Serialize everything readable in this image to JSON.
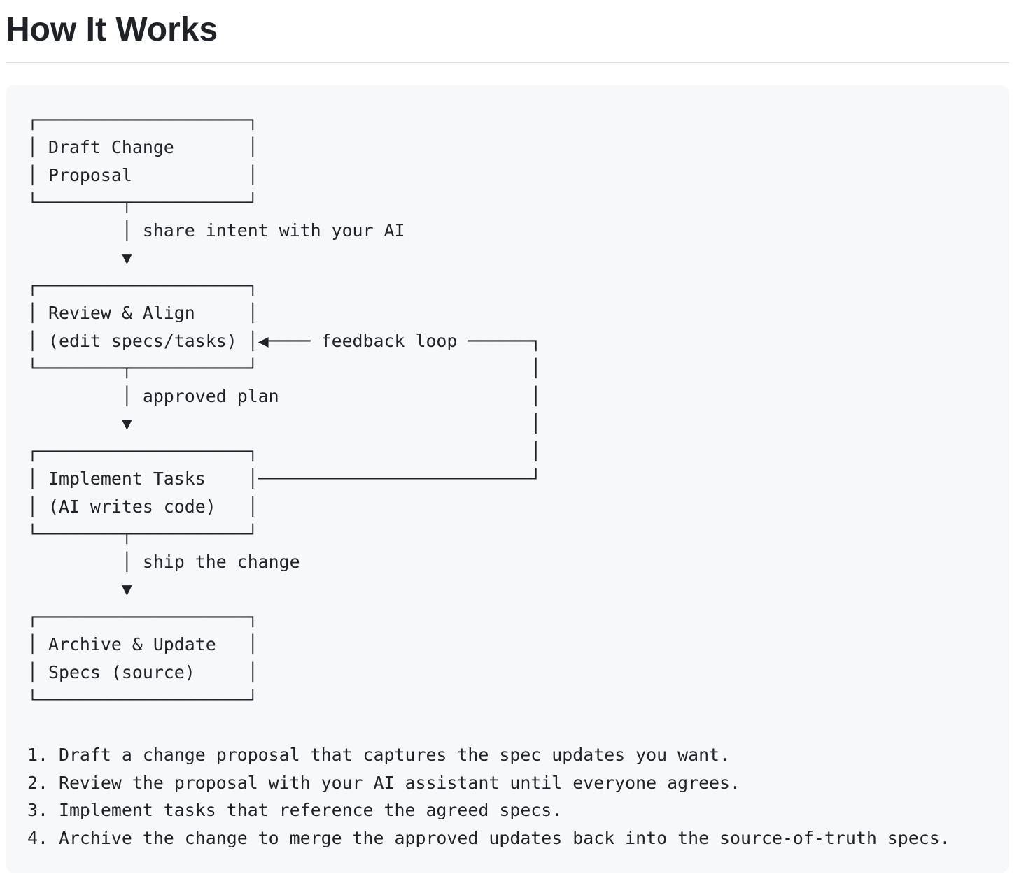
{
  "page": {
    "title": "How It Works"
  },
  "code_block": {
    "diagram_lines": [
      "┌────────────────────┐",
      "│ Draft Change       │",
      "│ Proposal           │",
      "└────────┬───────────┘",
      "         │ share intent with your AI",
      "         ▼",
      "┌────────────────────┐",
      "│ Review & Align     │",
      "│ (edit specs/tasks) │◀──── feedback loop ──────┐",
      "└────────┬───────────┘                          │",
      "         │ approved plan                        │",
      "         ▼                                      │",
      "┌────────────────────┐                          │",
      "│ Implement Tasks    │──────────────────────────┘",
      "│ (AI writes code)   │",
      "└────────┬───────────┘",
      "         │ ship the change",
      "         ▼",
      "┌────────────────────┐",
      "│ Archive & Update   │",
      "│ Specs (source)     │",
      "└────────────────────┘"
    ],
    "steps": [
      "1. Draft a change proposal that captures the spec updates you want.",
      "2. Review the proposal with your AI assistant until everyone agrees.",
      "3. Implement tasks that reference the agreed specs.",
      "4. Archive the change to merge the approved updates back into the source-of-truth specs."
    ]
  },
  "flow": {
    "nodes": [
      "Draft Change Proposal",
      "Review & Align (edit specs/tasks)",
      "Implement Tasks (AI writes code)",
      "Archive & Update Specs (source)"
    ],
    "edge_labels": [
      "share intent with your AI",
      "approved plan",
      "feedback loop",
      "ship the change"
    ]
  },
  "colors": {
    "page_bg": "#ffffff",
    "code_bg": "#f6f8fa",
    "text": "#1f2328",
    "divider": "#d8dee4"
  }
}
